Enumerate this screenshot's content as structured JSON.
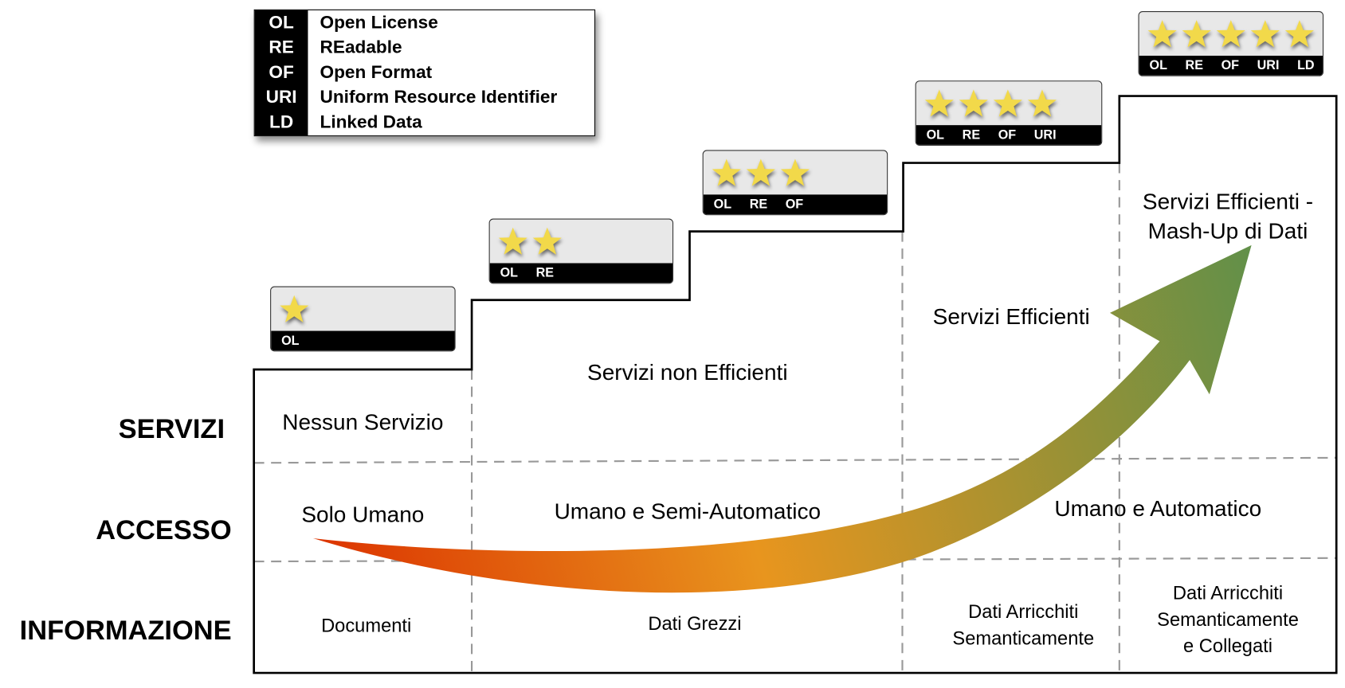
{
  "legend": {
    "entries": [
      {
        "abbr": "OL",
        "label": "Open License"
      },
      {
        "abbr": "RE",
        "label": "REadable"
      },
      {
        "abbr": "OF",
        "label": "Open Format"
      },
      {
        "abbr": "URI",
        "label": "Uniform Resource Identifier"
      },
      {
        "abbr": "LD",
        "label": "Linked Data"
      }
    ]
  },
  "badges": [
    {
      "stars": 1,
      "codes": [
        "OL"
      ]
    },
    {
      "stars": 2,
      "codes": [
        "OL",
        "RE"
      ]
    },
    {
      "stars": 3,
      "codes": [
        "OL",
        "RE",
        "OF"
      ]
    },
    {
      "stars": 4,
      "codes": [
        "OL",
        "RE",
        "OF",
        "URI"
      ]
    },
    {
      "stars": 5,
      "codes": [
        "OL",
        "RE",
        "OF",
        "URI",
        "LD"
      ]
    }
  ],
  "row_labels": {
    "services": "SERVIZI",
    "access": "ACCESSO",
    "information": "INFORMAZIONE"
  },
  "services": {
    "none": "Nessun Servizio",
    "inefficient": "Servizi non Efficienti",
    "efficient": "Servizi Efficienti",
    "mashup_line1": "Servizi Efficienti -",
    "mashup_line2": "Mash-Up di Dati"
  },
  "access": {
    "human_only": "Solo Umano",
    "semi_auto": "Umano e Semi-Automatico",
    "auto": "Umano e Automatico"
  },
  "information": {
    "documents": "Documenti",
    "raw": "Dati Grezzi",
    "semantic_line1": "Dati Arricchiti",
    "semantic_line2": "Semanticamente",
    "linked_line1": "Dati Arricchiti",
    "linked_line2": "Semanticamente",
    "linked_line3": "e Collegati"
  },
  "colors": {
    "star_fill": "#F2D94A",
    "arrow_start": "#DC3300",
    "arrow_mid": "#E8951E",
    "arrow_end": "#4E9050",
    "badge_bg": "#E8E8E8"
  }
}
